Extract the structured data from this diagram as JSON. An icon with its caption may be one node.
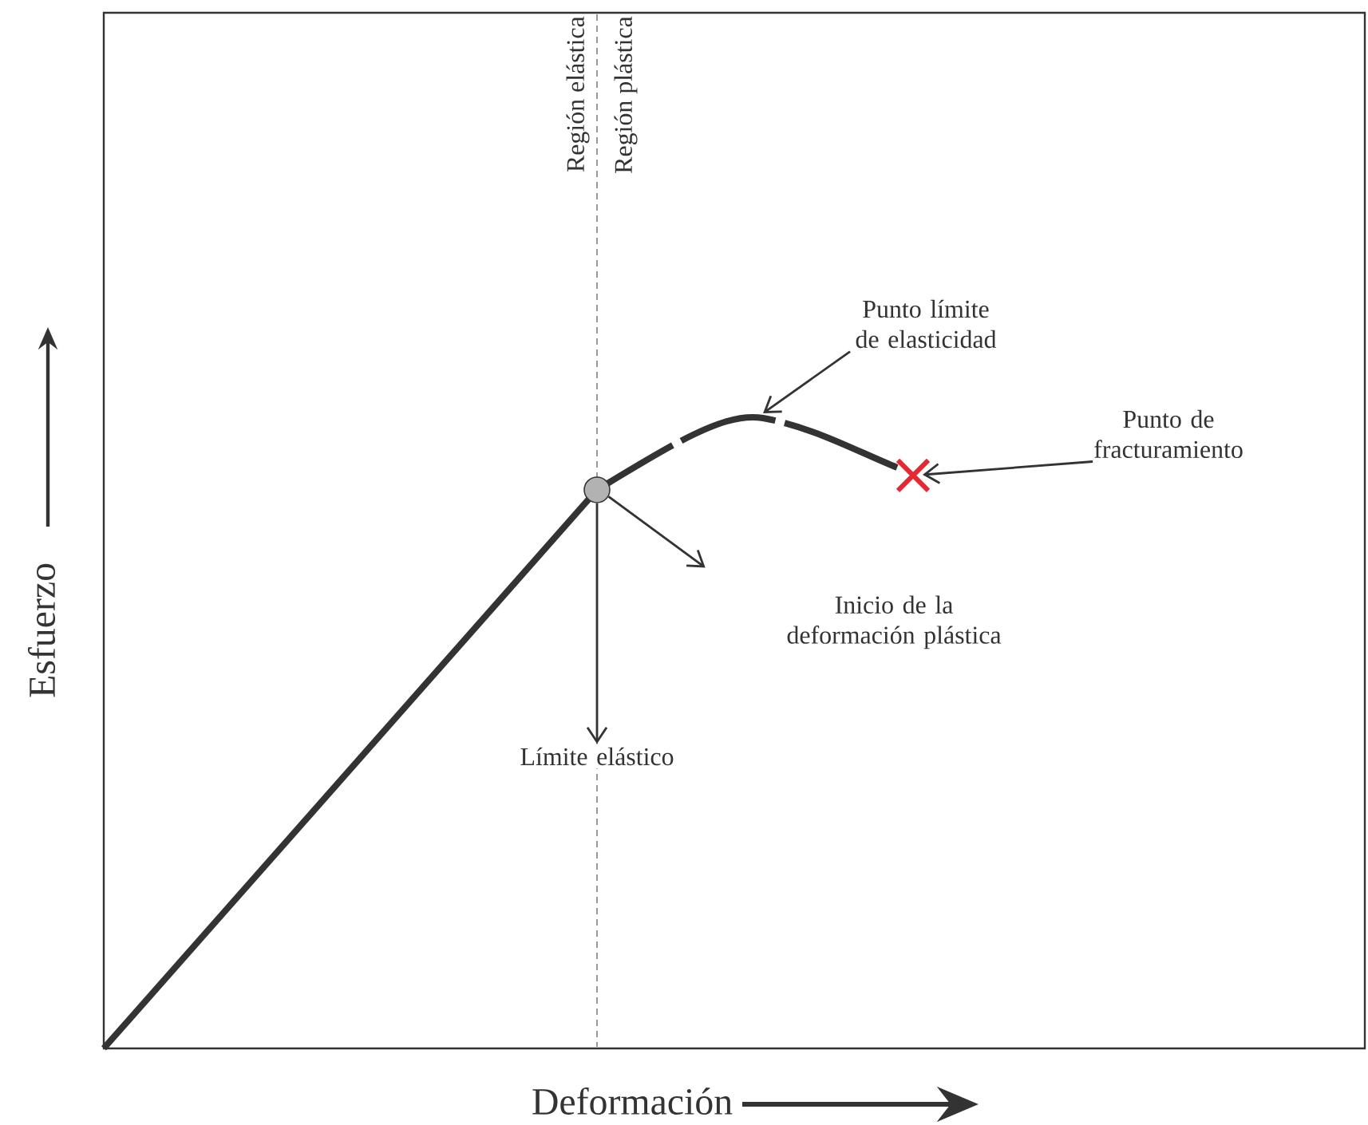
{
  "diagram": {
    "nodes": [
      {
        "text": [],
        "shape": "circle"
      },
      {
        "text": [
          "Límite elástico"
        ]
      },
      {
        "text": [
          "Inicio de la deformación plástica"
        ]
      },
      {
        "text": [
          "Punto límite de elasticidad"
        ]
      },
      {
        "text": [
          "Punto de fracturamiento"
        ]
      },
      {
        "text": [],
        "shape": "cross"
      }
    ],
    "edges": [
      {
        "from": 0,
        "to": 1,
        "arrow": "to"
      },
      {
        "from": 0,
        "to": 2,
        "arrow": "to"
      },
      {
        "from": 3,
        "to": null,
        "arrow": "to"
      },
      {
        "from": 4,
        "to": 5,
        "arrow": "to"
      }
    ],
    "labels": [
      "Región elástica",
      "Región plástica",
      "Esfuerzo",
      "Deformación"
    ]
  }
}
